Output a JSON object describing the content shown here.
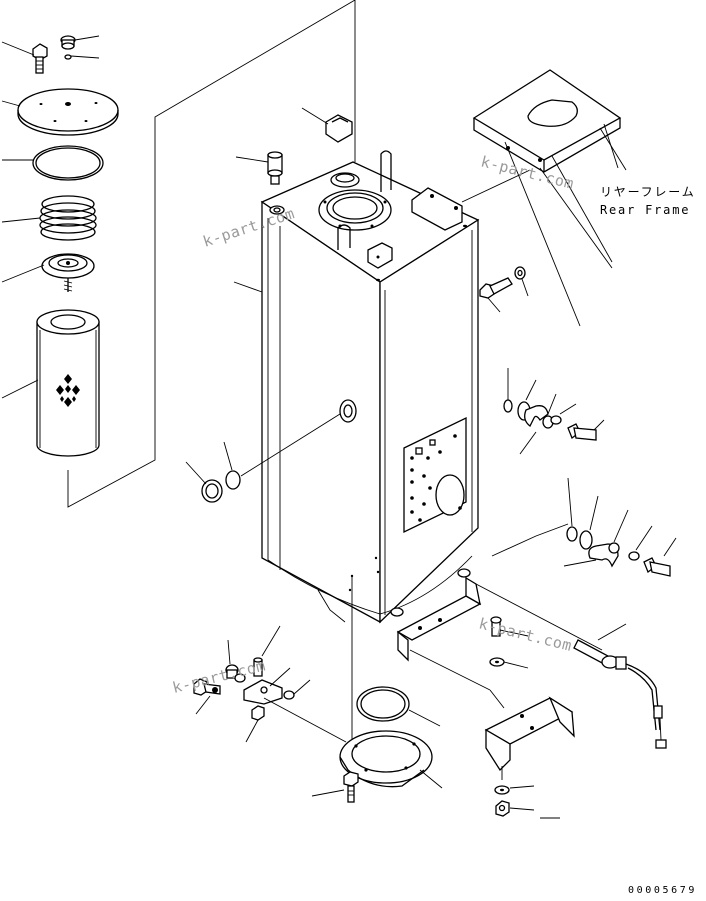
{
  "labels": {
    "rear_frame_jp": "リヤーフレーム",
    "rear_frame_en": "Rear Frame"
  },
  "watermarks": [
    "k-part.com",
    "k-part.com",
    "k-part.com",
    "k-part.com"
  ],
  "drawing_number": "00005679"
}
